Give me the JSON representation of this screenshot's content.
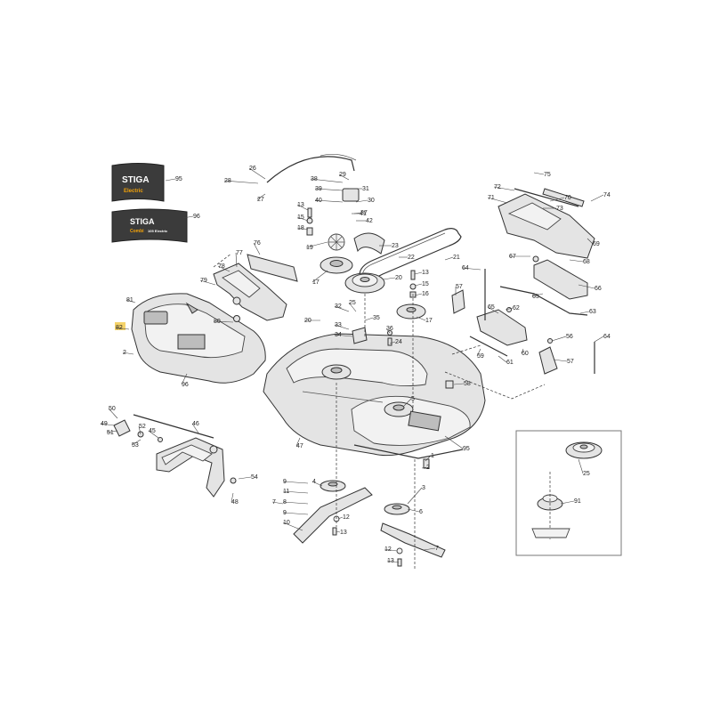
{
  "decals": {
    "top": {
      "brand": "STIGA",
      "subtitle": "Electric"
    },
    "bottom": {
      "brand": "STIGA",
      "subtitle": "Combi",
      "model": "105 Electric"
    }
  },
  "callouts": [
    "95",
    "96",
    "26",
    "29",
    "28",
    "31",
    "38",
    "39",
    "30",
    "40",
    "37",
    "27",
    "41",
    "42",
    "13",
    "15",
    "18",
    "19",
    "23",
    "22",
    "21",
    "13",
    "15",
    "16",
    "17",
    "17",
    "20",
    "20",
    "25",
    "32",
    "35",
    "33",
    "34",
    "36",
    "24",
    "5",
    "58",
    "1",
    "2",
    "95",
    "47",
    "77",
    "78",
    "79",
    "76",
    "81",
    "82",
    "2",
    "80",
    "96",
    "50",
    "49",
    "51",
    "52",
    "53",
    "45",
    "46",
    "54",
    "48",
    "9",
    "11",
    "8",
    "7",
    "9",
    "10",
    "4",
    "12",
    "13",
    "3",
    "6",
    "7",
    "12",
    "13",
    "64",
    "57",
    "72",
    "75",
    "71",
    "70",
    "73",
    "74",
    "69",
    "67",
    "68",
    "66",
    "65",
    "63",
    "65",
    "62",
    "59",
    "61",
    "60",
    "56",
    "57",
    "64",
    "25",
    "91"
  ],
  "highlighted_callout": "82"
}
